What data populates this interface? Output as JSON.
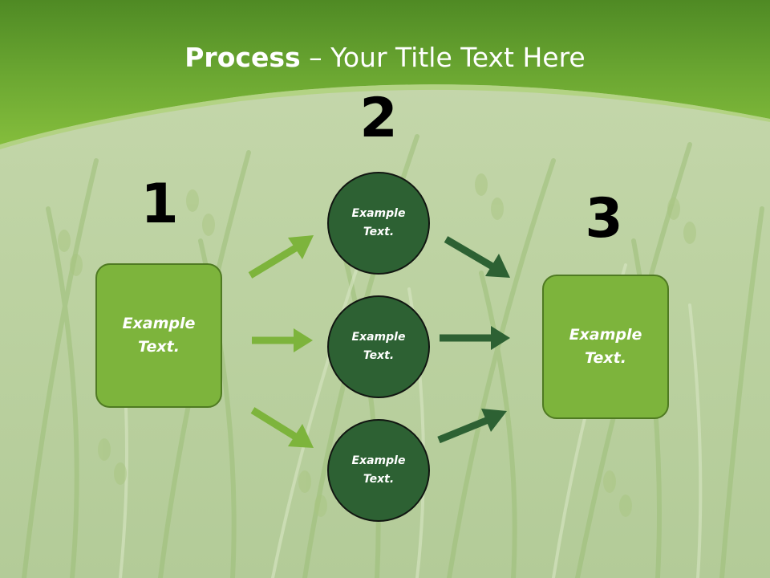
{
  "slide": {
    "title_bold": "Process",
    "title_rest": " – Your Title Text Here"
  },
  "steps": {
    "one": "1",
    "two": "2",
    "three": "3"
  },
  "left_box": {
    "text": "Example Text."
  },
  "right_box": {
    "text": "Example Text."
  },
  "circles": [
    {
      "text": "Example Text."
    },
    {
      "text": "Example Text."
    },
    {
      "text": "Example Text."
    }
  ],
  "colors": {
    "header_green": "#6fa831",
    "box_green": "#7db43c",
    "circle_green": "#2d6133",
    "arrow_light": "#7db43c",
    "arrow_dark": "#2d6133"
  }
}
